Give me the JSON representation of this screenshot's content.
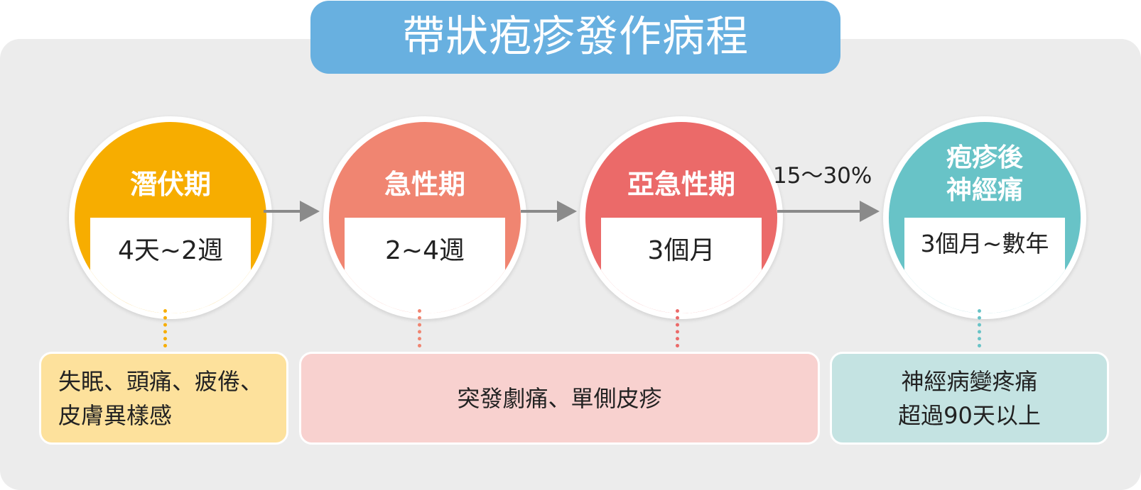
{
  "title": "帶狀疱疹發作病程",
  "colors": {
    "title_bg": "#68b0e0",
    "panel_bg": "#ececec",
    "latent": "#f7ad00",
    "acute": "#f08571",
    "subacute": "#eb6a69",
    "phn": "#68c3c7",
    "arrow": "#8a8a8a"
  },
  "stages": [
    {
      "name": "潛伏期",
      "duration": "4天~2週",
      "color": "#f7ad00"
    },
    {
      "name": "急性期",
      "duration": "2~4週",
      "color": "#f08571"
    },
    {
      "name": "亞急性期",
      "duration": "3個月",
      "color": "#eb6a69"
    },
    {
      "name_line1": "疱疹後",
      "name_line2": "神經痛",
      "duration": "3個月~數年",
      "color": "#68c3c7"
    }
  ],
  "transition_label": "15～30%",
  "notes": [
    {
      "line1": "失眠、頭痛、疲倦、",
      "line2": "皮膚異樣感",
      "bg": "#fde19c"
    },
    {
      "text": "突發劇痛、單側皮疹",
      "bg": "#f8d1cf"
    },
    {
      "line1": "神經病變疼痛",
      "line2": "超過90天以上",
      "bg": "#c4e3e2"
    }
  ]
}
